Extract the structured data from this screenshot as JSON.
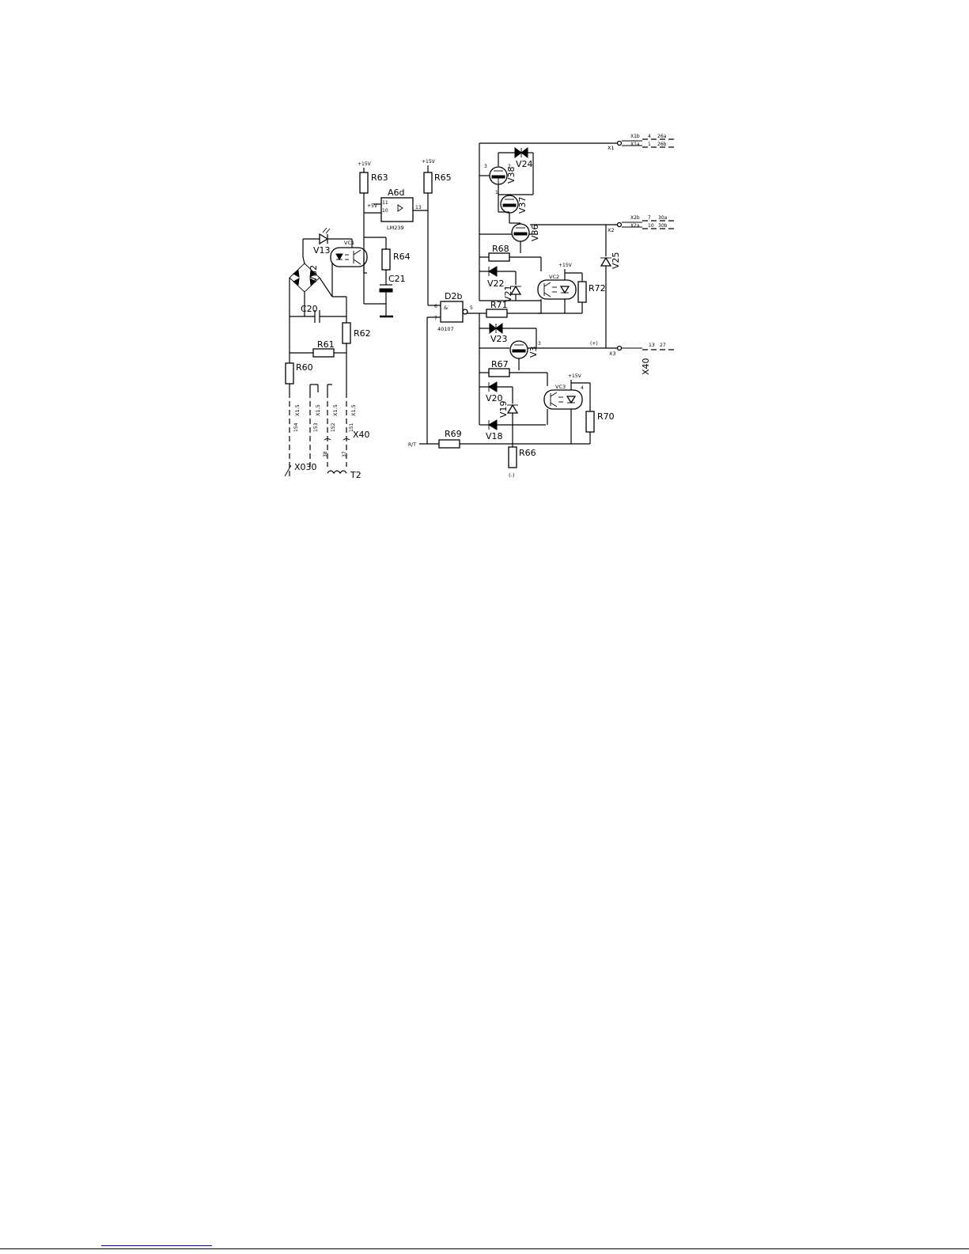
{
  "labels": {
    "r60": "R60",
    "r61": "R61",
    "r62": "R62",
    "r63": "R63",
    "r64": "R64",
    "r65": "R65",
    "r66": "R66",
    "r67": "R67",
    "r68": "R68",
    "r69": "R69",
    "r70": "R70",
    "r71": "R71",
    "r72": "R72",
    "c20": "C20",
    "c21": "C21",
    "v13": "V13",
    "vb2": "VB2",
    "vc1": "VC1",
    "vc2": "VC2",
    "vc3": "VC3",
    "v18": "V18",
    "v19": "V19",
    "v20": "V20",
    "v21": "V21",
    "v22": "V22",
    "v23": "V23",
    "v24": "V24",
    "v25": "V25",
    "v3": "V3",
    "v36": "V36",
    "v37": "V37",
    "v38": "V38",
    "a6d": "A6d",
    "lm239": "LM239",
    "d2b": "D2b",
    "ic40107": "40107",
    "x030": "X030",
    "t2": "T2",
    "x40a": "X40",
    "x40b": "X40",
    "x1": "X1",
    "x2": "X2",
    "x3": "X3",
    "x1b": "X1b",
    "x1a": "X1a",
    "x2b": "X2b",
    "x2a": "X2a",
    "p15v_a": "+15V",
    "p15v_b": "+15V",
    "p15v_c": "+15V",
    "p15v_d": "+15V",
    "p5v": "+5V",
    "rt": "R/T",
    "plus": "(+)",
    "minus": "(-)",
    "n26a": "26a",
    "n26b": "26b",
    "n30a": "30a",
    "n30b": "30b",
    "n27": "27",
    "n4": "4",
    "n1": "1",
    "n7": "7",
    "n10": "10",
    "n13": "13",
    "pin11": "11",
    "pin10": "10",
    "pin13": "13",
    "pin6": "6",
    "pin7": "7",
    "pin5": "5",
    "x15a": "X1.5",
    "x15b": "X1.5",
    "x15c": "X1.5",
    "x15d": "X1.5",
    "w154": "154",
    "w153": "153",
    "w152": "152",
    "w151": "151",
    "n38": "38",
    "n37": "37",
    "n2": "2",
    "n1b": "1",
    "n3": "3",
    "n4b": "4",
    "n3b": "3",
    "amp": "&"
  }
}
